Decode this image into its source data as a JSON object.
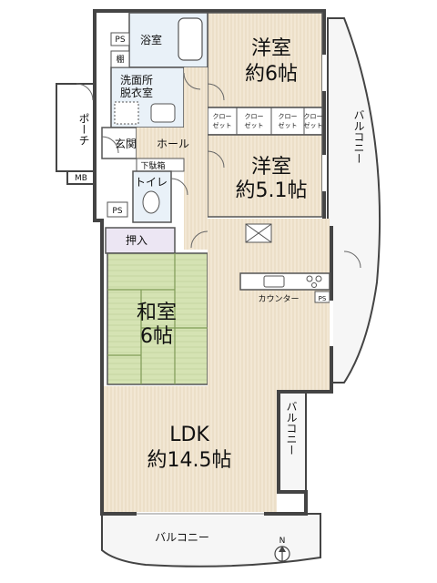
{
  "rooms": {
    "western1_name": "洋室",
    "western1_size": "約6帖",
    "western2_name": "洋室",
    "western2_size": "約5.1帖",
    "japanese_name": "和室",
    "japanese_size": "6帖",
    "ldk_name": "LDK",
    "ldk_size": "約14.5帖",
    "bath": "浴室",
    "washroom_line1": "洗面所",
    "washroom_line2": "脱衣室",
    "entrance": "玄関",
    "hall": "ホール",
    "shoe_box": "下駄箱",
    "toilet": "トイレ",
    "oshiire": "押入",
    "porch": "ポーチ",
    "counter": "カウンター",
    "shelf": "棚"
  },
  "closets": [
    {
      "l1": "クロー",
      "l2": "ゼット"
    },
    {
      "l1": "クロー",
      "l2": "ゼット"
    },
    {
      "l1": "クロー",
      "l2": "ゼット"
    },
    {
      "l1": "クロー",
      "l2": "ゼット"
    }
  ],
  "balconies": {
    "right": "バルコニー",
    "middle": "バルコニー",
    "bottom": "バルコニー"
  },
  "labels": {
    "ps": "PS",
    "mb": "MB",
    "north": "N"
  },
  "colors": {
    "wall": "#444444",
    "floor_wood": "#f2e7d4",
    "tatami": "#d5e3b3",
    "oshiire": "#ece6f3",
    "balcony": "#f6f6f6",
    "wet": "#e9f1f8"
  }
}
